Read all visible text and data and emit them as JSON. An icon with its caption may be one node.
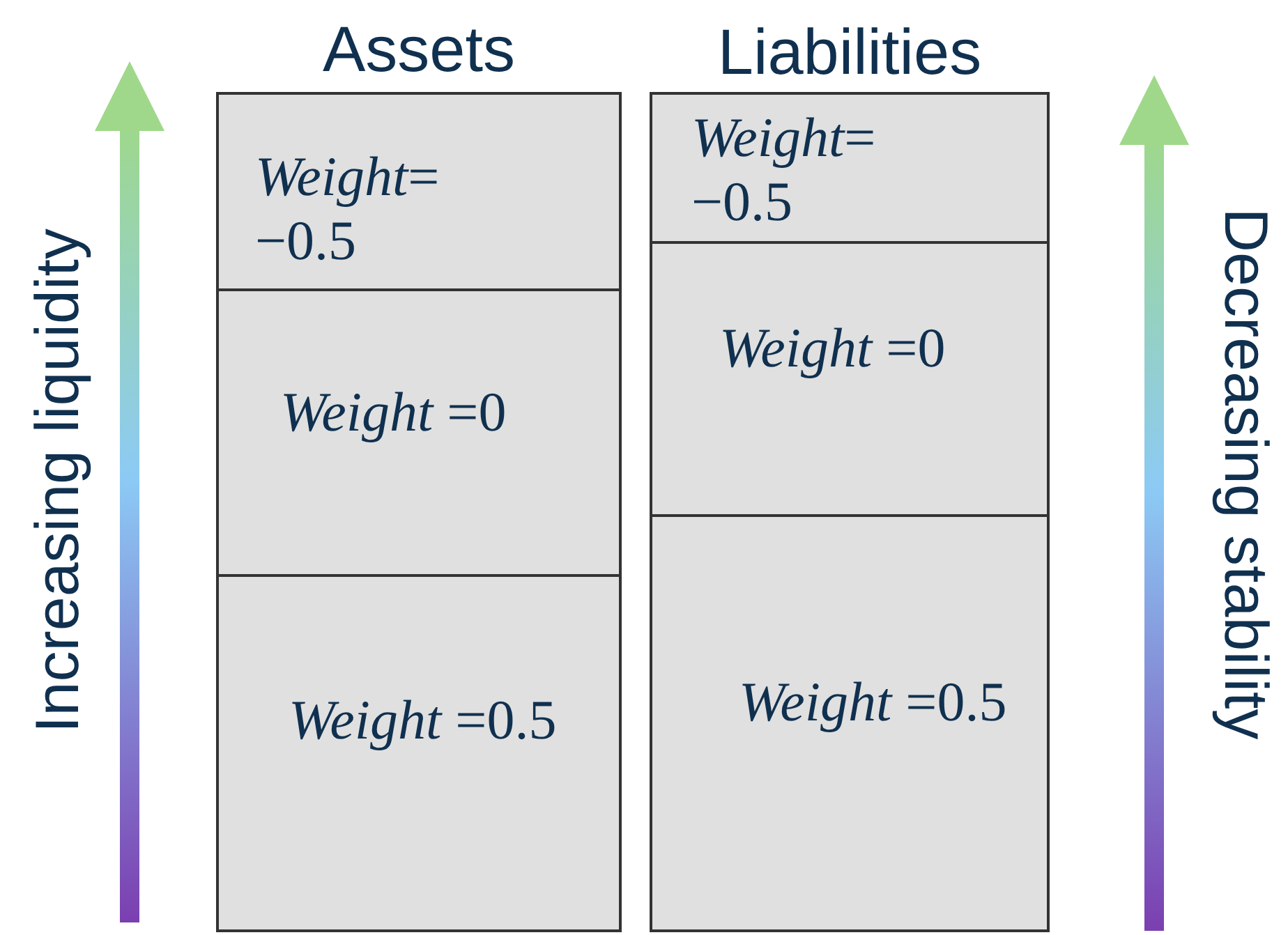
{
  "diagram": {
    "nodes": [
      {
        "text": [
          "Assets"
        ]
      },
      {
        "text": [
          "*Weight*= −0.5"
        ],
        "in": 0
      },
      {
        "text": [
          "*Weight* =0"
        ],
        "in": 0
      },
      {
        "text": [
          "*Weight* =0.5"
        ],
        "in": 0
      },
      {
        "text": [
          "Liabilities"
        ]
      },
      {
        "text": [
          "*Weight*= −0.5"
        ],
        "in": 4
      },
      {
        "text": [
          "*Weight* =0"
        ],
        "in": 4
      },
      {
        "text": [
          "*Weight* =0.5"
        ],
        "in": 4
      }
    ],
    "labels": [
      "Increasing liquidity",
      "Decreasing stability"
    ]
  }
}
